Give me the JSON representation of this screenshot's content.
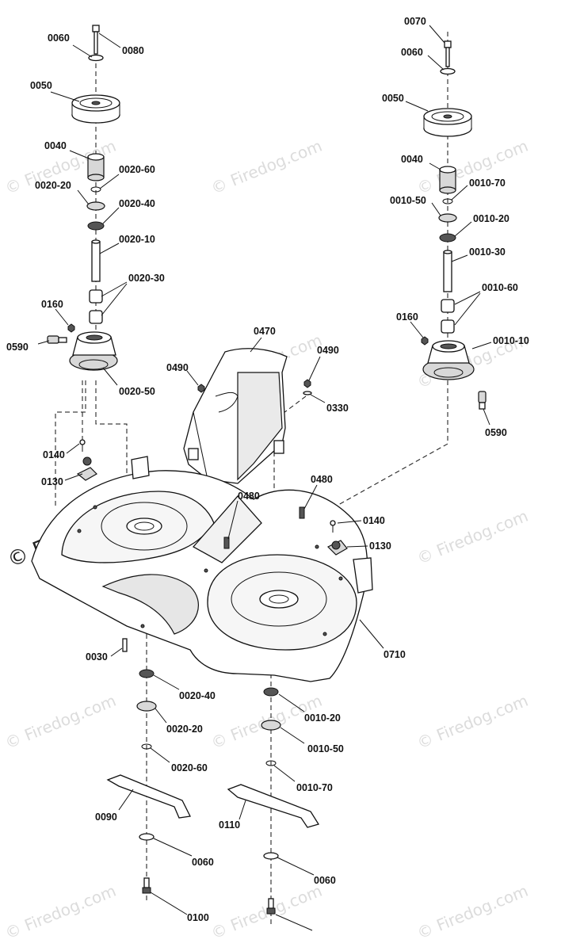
{
  "watermark": "© Firedog.com",
  "labels": {
    "l_0060_a": "0060",
    "l_0080": "0080",
    "l_0050_a": "0050",
    "l_0040_a": "0040",
    "l_0020_60_a": "0020-60",
    "l_0020_20_a": "0020-20",
    "l_0020_40_a": "0020-40",
    "l_0020_10": "0020-10",
    "l_0020_30": "0020-30",
    "l_0160_a": "0160",
    "l_0590_a": "0590",
    "l_0020_50": "0020-50",
    "l_0070": "0070",
    "l_0060_b": "0060",
    "l_0050_b": "0050",
    "l_0040_b": "0040",
    "l_0010_70_a": "0010-70",
    "l_0010_50_a": "0010-50",
    "l_0010_20_a": "0010-20",
    "l_0010_30": "0010-30",
    "l_0010_60": "0010-60",
    "l_0160_b": "0160",
    "l_0010_10": "0010-10",
    "l_0590_b": "0590",
    "l_0470": "0470",
    "l_0490_a": "0490",
    "l_0490_b": "0490",
    "l_0330": "0330",
    "l_0140_a": "0140",
    "l_0130_a": "0130",
    "l_0480_a": "0480",
    "l_0480_b": "0480",
    "l_0140_b": "0140",
    "l_0130_b": "0130",
    "l_0710": "0710",
    "l_0030": "0030",
    "l_0020_40_b": "0020-40",
    "l_0020_20_b": "0020-20",
    "l_0020_60_b": "0020-60",
    "l_0010_20_b": "0010-20",
    "l_0010_50_b": "0010-50",
    "l_0010_70_b": "0010-70",
    "l_0090": "0090",
    "l_0110": "0110",
    "l_0060_c": "0060",
    "l_0060_d": "0060",
    "l_0100": "0100"
  }
}
